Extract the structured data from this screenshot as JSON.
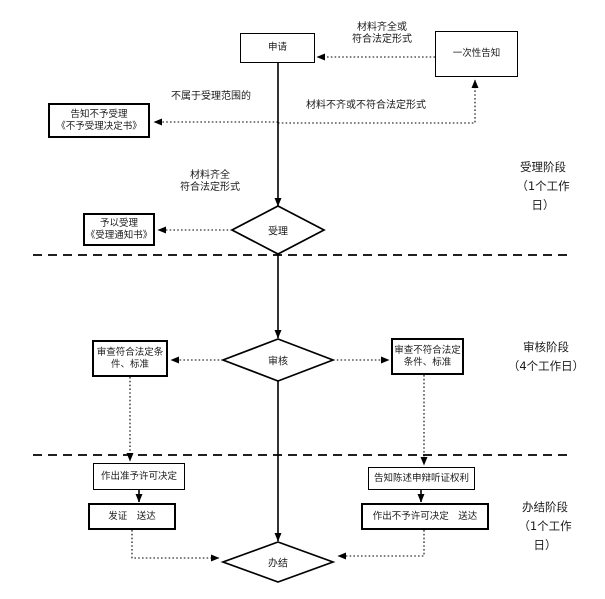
{
  "nodes": {
    "apply": {
      "label": "申请"
    },
    "one_time_notice": {
      "label": "一次性告知"
    },
    "reject_notice": {
      "lines": [
        "告知不予受理",
        "《不予受理决定书》"
      ]
    },
    "accept_notice": {
      "lines": [
        "予以受理",
        "《受理通知书》"
      ]
    },
    "accept": {
      "label": "受理"
    },
    "audit": {
      "label": "审核"
    },
    "complete": {
      "label": "办结"
    },
    "review_pass": {
      "lines": [
        "审查符合法定条",
        "件、标准"
      ]
    },
    "review_fail": {
      "lines": [
        "审查不符合法定",
        "条件、标准"
      ]
    },
    "grant_decision": {
      "label": "作出准予许可决定"
    },
    "issue_deliver": {
      "label": "发证　送达"
    },
    "inform_rights": {
      "label": "告知陈述申辩听证权利"
    },
    "deny_decision": {
      "label": "作出不予许可决定　送达"
    }
  },
  "edge_labels": {
    "materials_complete_or": {
      "lines": [
        "材料齐全或",
        "符合法定形式"
      ]
    },
    "out_of_scope": "不属于受理范围的",
    "materials_incomplete": "材料不齐或不符合法定形式",
    "materials_complete": {
      "lines": [
        "材料齐全",
        "符合法定形式"
      ]
    }
  },
  "stages": [
    {
      "lines": [
        "受理阶段",
        "（1个工作",
        "日）"
      ]
    },
    {
      "lines": [
        "审核阶段",
        "（4个工作日）"
      ]
    },
    {
      "lines": [
        "办结阶段",
        "（1个工作",
        "日）"
      ]
    }
  ],
  "colors": {
    "line": "#000000",
    "text": "#1a1a1a",
    "background": "#ffffff"
  }
}
